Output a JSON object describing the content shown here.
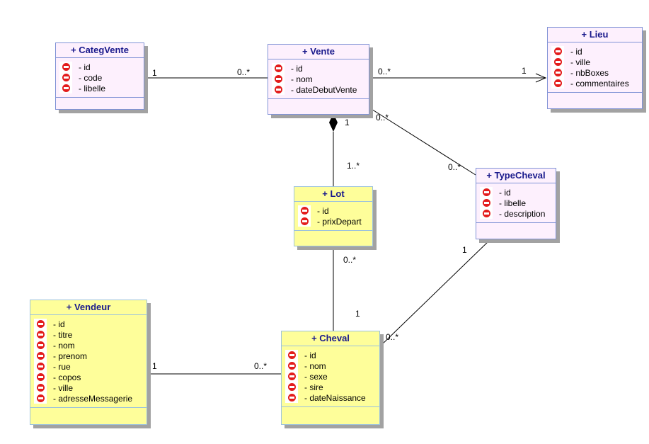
{
  "diagram": {
    "kind": "uml-class-diagram",
    "classes": [
      {
        "title": "+ CategVente",
        "fill": "#fdf0fd",
        "attributes": [
          "- id",
          "- code",
          "- libelle"
        ]
      },
      {
        "title": "+ Vente",
        "fill": "#fdf0fd",
        "attributes": [
          "- id",
          "- nom",
          "- dateDebutVente"
        ]
      },
      {
        "title": "+ Lieu",
        "fill": "#fdf0fd",
        "attributes": [
          "- id",
          "- ville",
          "- nbBoxes",
          "- commentaires"
        ]
      },
      {
        "title": "+ TypeCheval",
        "fill": "#fdf0fd",
        "attributes": [
          "- id",
          "- libelle",
          "- description"
        ]
      },
      {
        "title": "+ Lot",
        "fill": "#fefe9a",
        "attributes": [
          "- id",
          "- prixDepart"
        ]
      },
      {
        "title": "+ Vendeur",
        "fill": "#fefe9a",
        "attributes": [
          "- id",
          "- titre",
          "- nom",
          "- prenom",
          "- rue",
          "- copos",
          "- ville",
          "- adresseMessagerie"
        ]
      },
      {
        "title": "+ Cheval",
        "fill": "#fefe9a",
        "attributes": [
          "- id",
          "- nom",
          "- sexe",
          "- sire",
          "- dateNaissance"
        ]
      }
    ],
    "relations": [
      {
        "from": "CategVente",
        "to": "Vente",
        "type": "association",
        "from_mult": "1",
        "to_mult": "0..*"
      },
      {
        "from": "Vente",
        "to": "Lieu",
        "type": "directed-association",
        "from_mult": "0..*",
        "to_mult": "1"
      },
      {
        "from": "Vente",
        "to": "Lot",
        "type": "composition",
        "from_mult": "1",
        "to_mult": "1..*"
      },
      {
        "from": "Vente",
        "to": "TypeCheval",
        "type": "association",
        "from_mult": "0..*",
        "to_mult": "0..*"
      },
      {
        "from": "Lot",
        "to": "Cheval",
        "type": "association",
        "from_mult": "0..*",
        "to_mult": "1"
      },
      {
        "from": "TypeCheval",
        "to": "Cheval",
        "type": "association",
        "from_mult": "1",
        "to_mult": "0..*"
      },
      {
        "from": "Vendeur",
        "to": "Cheval",
        "type": "association",
        "from_mult": "1",
        "to_mult": "0..*"
      }
    ],
    "icons": {
      "attribute_visibility": "private-no-entry-icon"
    },
    "colors": {
      "class_fill_pink": "#fdf0fd",
      "class_fill_yellow": "#fefe9a",
      "class_border_pink": "#8193d6",
      "class_border_yellow": "#9cc2dc",
      "title_text": "#19198c",
      "visibility_icon_red": "#e31c1c",
      "shadow_gray": "#a2a2a2",
      "edge": "#000000"
    }
  }
}
